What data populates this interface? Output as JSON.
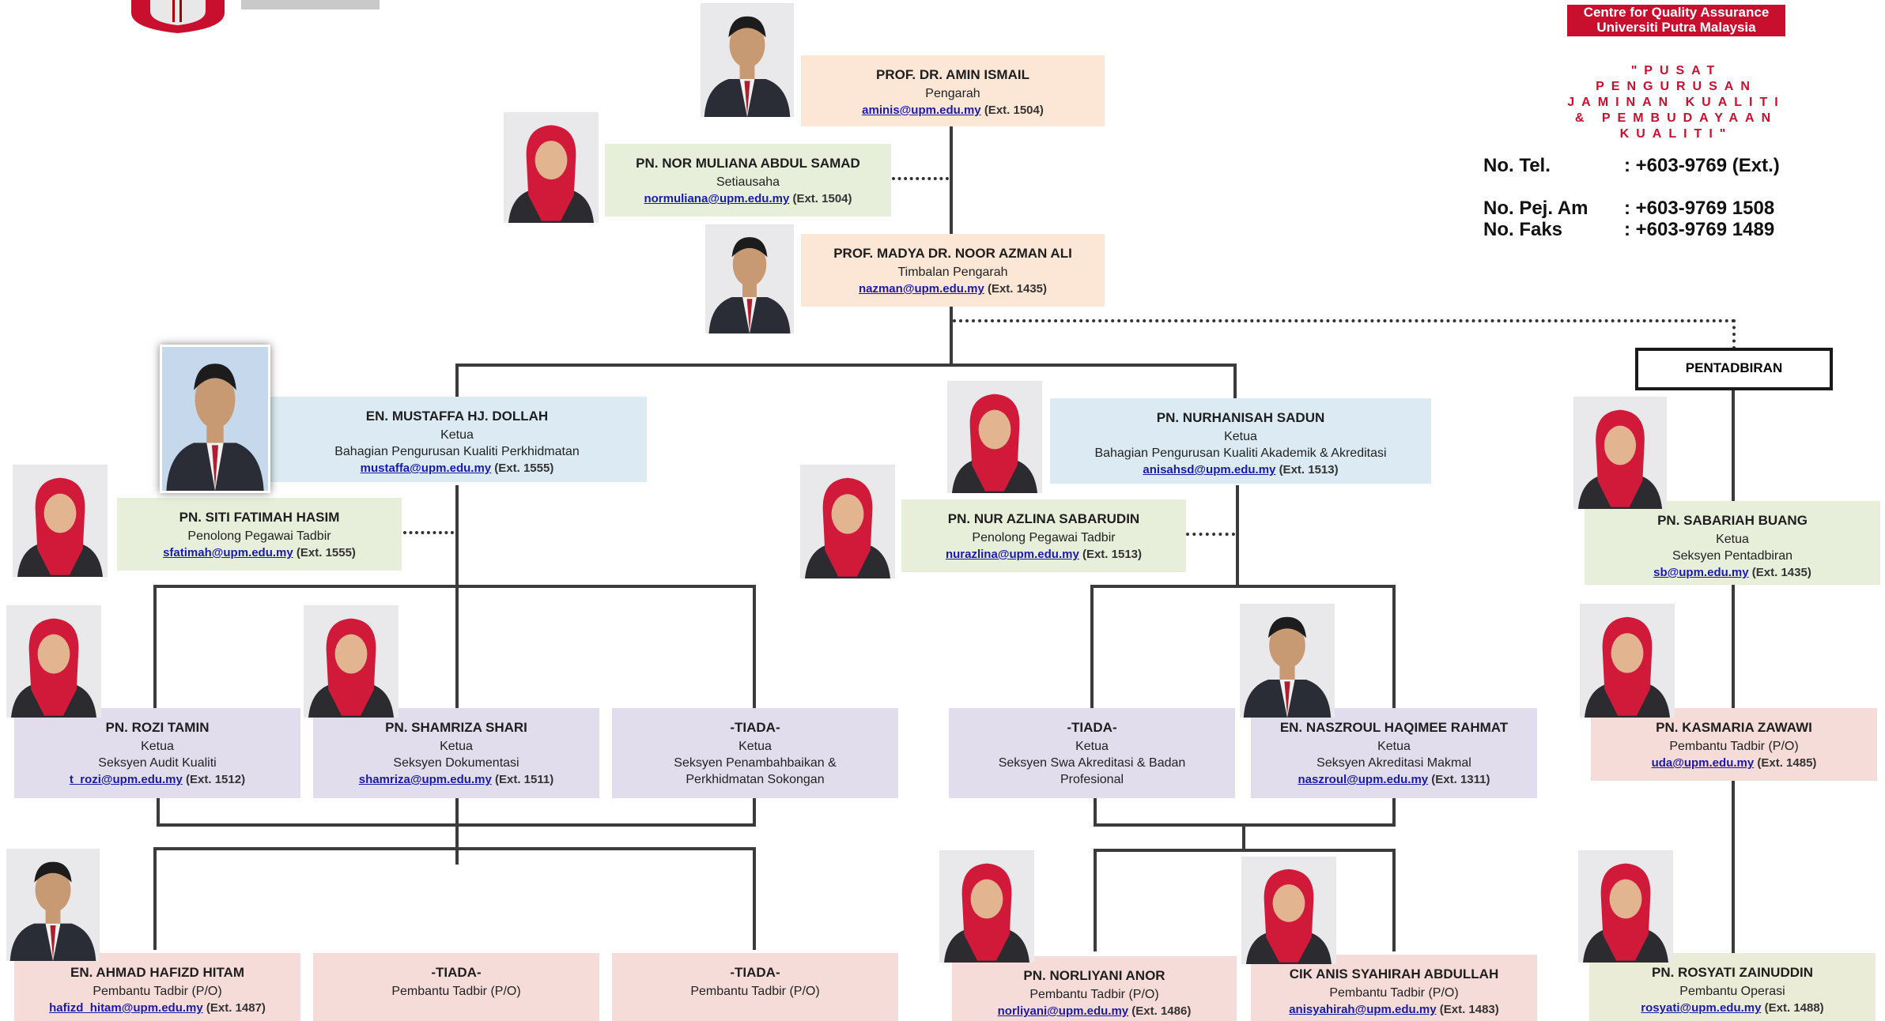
{
  "header": {
    "brand_line1": "Centre for Quality Assurance",
    "brand_line2": "Universiti Putra Malaysia",
    "motto": "\"PUSAT PENGURUSAN JAMINAN KUALITI & PEMBUDAYAAN KUALITI\"",
    "contacts": [
      {
        "label": "No. Tel.",
        "value": ": +603-9769 (Ext.)"
      },
      {
        "label": "No. Pej. Am",
        "value": ": +603-9769 1508"
      },
      {
        "label": "No. Faks",
        "value": ": +603-9769 1489"
      }
    ]
  },
  "dept_label": "PENTADBIRAN",
  "people": {
    "director": {
      "name": "PROF. DR. AMIN ISMAIL",
      "role": "Pengarah",
      "email": "aminis@upm.edu.my",
      "ext": "(Ext. 1504)"
    },
    "secretary": {
      "name": "PN. NOR MULIANA ABDUL SAMAD",
      "role": "Setiausaha",
      "email": "normuliana@upm.edu.my",
      "ext": "(Ext. 1504)"
    },
    "deputy": {
      "name": "PROF. MADYA DR. NOOR AZMAN ALI",
      "role": "Timbalan Pengarah",
      "email": "nazman@upm.edu.my",
      "ext": "(Ext. 1435)"
    },
    "mustaffa": {
      "name": "EN. MUSTAFFA HJ. DOLLAH",
      "role": "Ketua",
      "section": "Bahagian Pengurusan Kualiti Perkhidmatan",
      "email": "mustaffa@upm.edu.my",
      "ext": "(Ext. 1555)"
    },
    "fatimah": {
      "name": "PN. SITI FATIMAH HASIM",
      "role": "Penolong Pegawai Tadbir",
      "email": "sfatimah@upm.edu.my",
      "ext": "(Ext. 1555)"
    },
    "nurhanisah": {
      "name": "PN. NURHANISAH SADUN",
      "role": "Ketua",
      "section": "Bahagian Pengurusan Kualiti Akademik & Akreditasi",
      "email": "anisahsd@upm.edu.my",
      "ext": "(Ext. 1513)"
    },
    "azlina": {
      "name": "PN. NUR AZLINA SABARUDIN",
      "role": "Penolong Pegawai Tadbir",
      "email": "nurazlina@upm.edu.my",
      "ext": "(Ext. 1513)"
    },
    "sabariah": {
      "name": "PN. SABARIAH BUANG",
      "role": "Ketua",
      "section": "Seksyen Pentadbiran",
      "email": "sb@upm.edu.my",
      "ext": "(Ext. 1435)"
    },
    "rozi": {
      "name": "PN. ROZI TAMIN",
      "role": "Ketua",
      "section": "Seksyen Audit Kualiti",
      "email": "t_rozi@upm.edu.my",
      "ext": "(Ext. 1512)"
    },
    "shamriza": {
      "name": "PN. SHAMRIZA SHARI",
      "role": "Ketua",
      "section": "Seksyen Dokumentasi",
      "email": "shamriza@upm.edu.my",
      "ext": "(Ext. 1511)"
    },
    "tiada1": {
      "name": "-TIADA-",
      "role": "Ketua",
      "section": "Seksyen Penambahbaikan & Perkhidmatan Sokongan"
    },
    "tiada2": {
      "name": "-TIADA-",
      "role": "Ketua",
      "section": "Seksyen Swa Akreditasi & Badan Profesional"
    },
    "naszroul": {
      "name": "EN. NASZROUL HAQIMEE RAHMAT",
      "role": "Ketua",
      "section": "Seksyen Akreditasi Makmal",
      "email": "naszroul@upm.edu.my",
      "ext": "(Ext. 1311)"
    },
    "kasmaria": {
      "name": "PN. KASMARIA ZAWAWI",
      "role": "Pembantu Tadbir (P/O)",
      "email": "uda@upm.edu.my",
      "ext": "(Ext. 1485)"
    },
    "hafizd": {
      "name": "EN. AHMAD HAFIZD HITAM",
      "role": "Pembantu Tadbir (P/O)",
      "email": "hafizd_hitam@upm.edu.my",
      "ext": "(Ext. 1487)"
    },
    "tiada3": {
      "name": "-TIADA-",
      "role": "Pembantu Tadbir (P/O)"
    },
    "tiada4": {
      "name": "-TIADA-",
      "role": "Pembantu Tadbir (P/O)"
    },
    "norliyani": {
      "name": "PN. NORLIYANI ANOR",
      "role": "Pembantu Tadbir (P/O)",
      "email": "norliyani@upm.edu.my",
      "ext": "(Ext. 1486)"
    },
    "syahirah": {
      "name": "CIK ANIS SYAHIRAH ABDULLAH",
      "role": "Pembantu Tadbir (P/O)",
      "email": "anisyahirah@upm.edu.my",
      "ext": "(Ext. 1483)"
    },
    "rosyati": {
      "name": "PN. ROSYATI ZAINUDDIN",
      "role": "Pembantu Operasi",
      "email": "rosyati@upm.edu.my",
      "ext": "(Ext. 1488)"
    }
  },
  "colors": {
    "brand_red": "#c8102e",
    "hijab_red": "#d11a3a",
    "line": "#3b3b3b",
    "email_blue": "#1a1aa8"
  }
}
